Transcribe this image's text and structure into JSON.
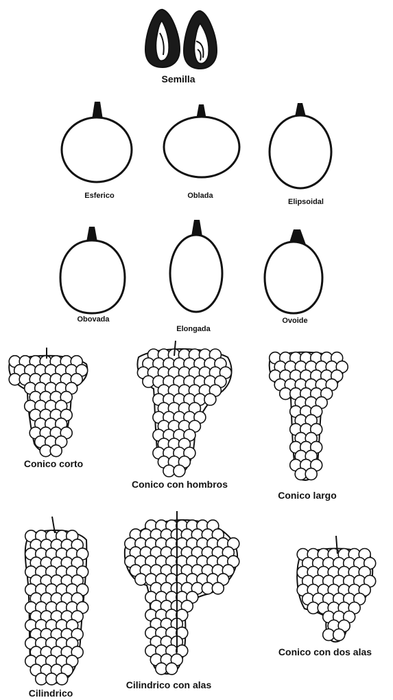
{
  "seed": {
    "label": "Semilla"
  },
  "berry_shapes": [
    {
      "id": "esferico",
      "label": "Esferico"
    },
    {
      "id": "oblada",
      "label": "Oblada"
    },
    {
      "id": "elipsoidal",
      "label": "Elipsoidal"
    },
    {
      "id": "obovada",
      "label": "Obovada"
    },
    {
      "id": "elongada",
      "label": "Elongada"
    },
    {
      "id": "ovoide",
      "label": "Ovoide"
    }
  ],
  "cluster_shapes": [
    {
      "id": "conico-corto",
      "label": "Conico corto"
    },
    {
      "id": "conico-con-hombros",
      "label": "Conico con hombros"
    },
    {
      "id": "conico-largo",
      "label": "Conico largo"
    },
    {
      "id": "cilindrico",
      "label": "Cilindrico"
    },
    {
      "id": "cilindrico-con-alas",
      "label": "Cilindrico con alas"
    },
    {
      "id": "conico-con-dos-alas",
      "label": "Conico con dos alas"
    }
  ],
  "colors": {
    "ink": "#111111",
    "paper": "#ffffff"
  }
}
